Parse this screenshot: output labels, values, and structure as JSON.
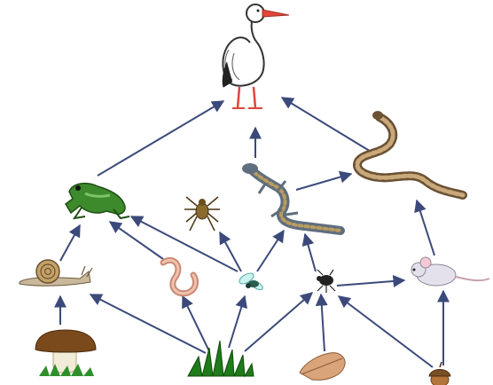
{
  "diagram": {
    "type": "food-web",
    "arrow_color": "#3b4a7a",
    "organisms": [
      {
        "id": "stork",
        "icon": "stork-icon"
      },
      {
        "id": "snake",
        "icon": "snake-icon"
      },
      {
        "id": "lizard",
        "icon": "lizard-icon"
      },
      {
        "id": "frog",
        "icon": "frog-icon"
      },
      {
        "id": "spider",
        "icon": "spider-icon"
      },
      {
        "id": "snail",
        "icon": "snail-icon"
      },
      {
        "id": "worm",
        "icon": "earthworm-icon"
      },
      {
        "id": "fly",
        "icon": "fly-icon"
      },
      {
        "id": "beetle",
        "icon": "beetle-icon"
      },
      {
        "id": "mouse",
        "icon": "mouse-icon"
      },
      {
        "id": "mushroom",
        "icon": "mushroom-icon"
      },
      {
        "id": "grass",
        "icon": "grass-icon"
      },
      {
        "id": "leaf",
        "icon": "leaf-icon"
      },
      {
        "id": "acorn",
        "icon": "acorn-icon"
      }
    ],
    "links": [
      {
        "from": "mushroom",
        "to": "snail"
      },
      {
        "from": "grass",
        "to": "snail"
      },
      {
        "from": "grass",
        "to": "worm"
      },
      {
        "from": "grass",
        "to": "fly"
      },
      {
        "from": "grass",
        "to": "beetle"
      },
      {
        "from": "leaf",
        "to": "beetle"
      },
      {
        "from": "acorn",
        "to": "beetle"
      },
      {
        "from": "acorn",
        "to": "mouse"
      },
      {
        "from": "snail",
        "to": "frog"
      },
      {
        "from": "worm",
        "to": "frog"
      },
      {
        "from": "fly",
        "to": "frog"
      },
      {
        "from": "fly",
        "to": "spider"
      },
      {
        "from": "fly",
        "to": "lizard"
      },
      {
        "from": "beetle",
        "to": "lizard"
      },
      {
        "from": "beetle",
        "to": "mouse"
      },
      {
        "from": "mouse",
        "to": "snake"
      },
      {
        "from": "lizard",
        "to": "snake"
      },
      {
        "from": "frog",
        "to": "stork"
      },
      {
        "from": "lizard",
        "to": "stork"
      },
      {
        "from": "snake",
        "to": "stork"
      }
    ]
  }
}
